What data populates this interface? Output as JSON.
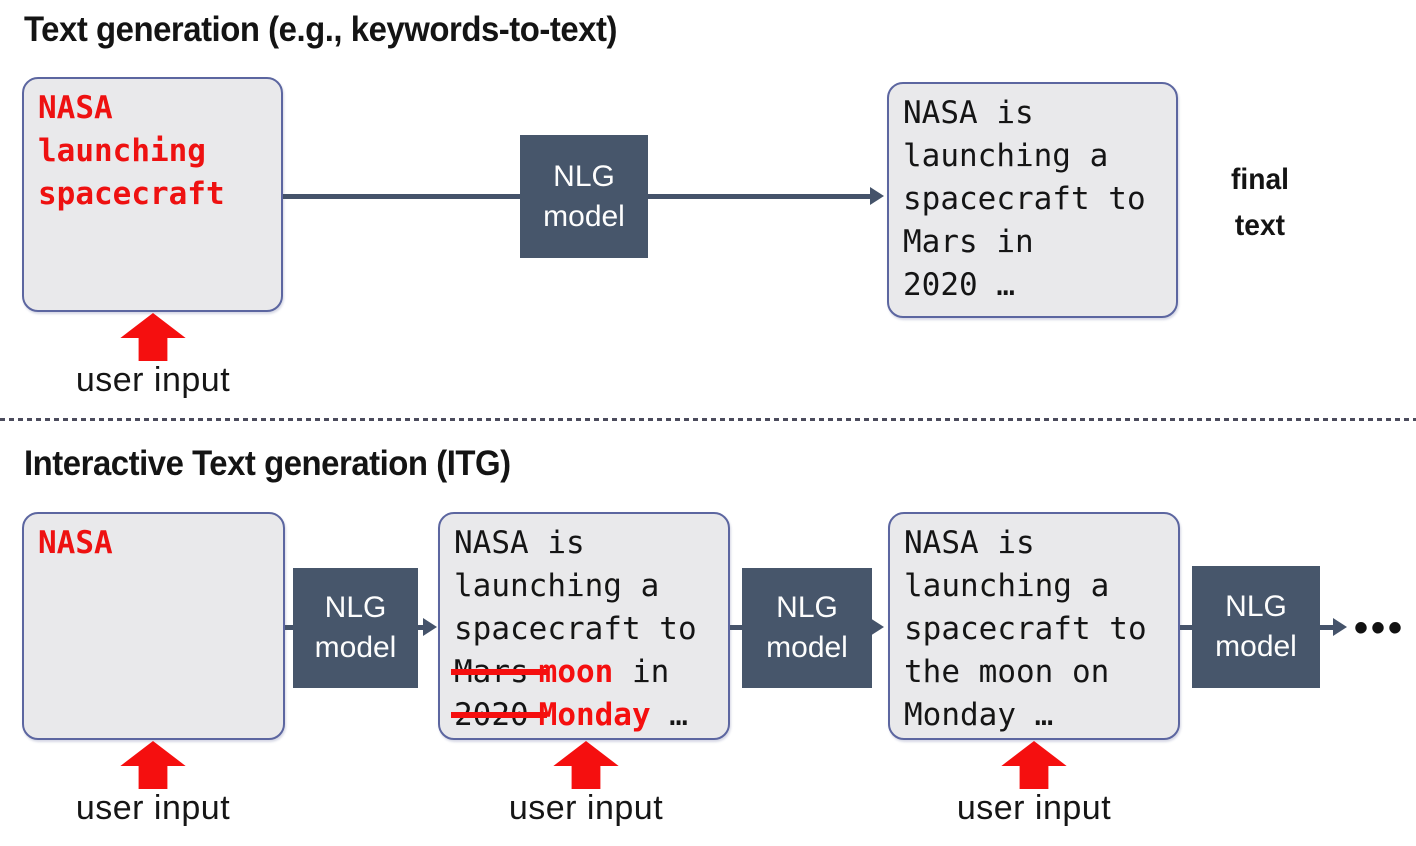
{
  "colors": {
    "accent_red": "#f50f0f",
    "box_fill": "#e9e9eb",
    "box_border": "#5c66a0",
    "nlg_fill": "#47566b",
    "connector": "#45536a",
    "text": "#151515"
  },
  "labels": {
    "nlg_line1": "NLG",
    "nlg_line2": "model",
    "user_input": "user input",
    "ellipsis": "•••"
  },
  "top_section": {
    "title": "Text generation (e.g., keywords-to-text)",
    "keywords_box": {
      "line1": "NASA",
      "line2": "launching",
      "line3": "spacecraft"
    },
    "output_box": {
      "line1": "NASA is",
      "line2": "launching a",
      "line3": "spacecraft to",
      "line4": "Mars in",
      "line5": "2020 …"
    },
    "final_label": {
      "line1": "final",
      "line2": "text"
    }
  },
  "bottom_section": {
    "title": "Interactive Text generation (ITG)",
    "input_box": {
      "line1": "NASA"
    },
    "draft_box": {
      "line1": "NASA is",
      "line2": "launching a",
      "line3": "spacecraft to",
      "line4_struck": "Mars",
      "line4_replacement": "moon",
      "line4_rest": " in",
      "line5_struck": "2020",
      "line5_replacement": "Monday",
      "line5_rest": " …"
    },
    "revised_box": {
      "line1": "NASA is",
      "line2": "launching a",
      "line3": "spacecraft to",
      "line4": "the moon on",
      "line5": "Monday …"
    }
  }
}
